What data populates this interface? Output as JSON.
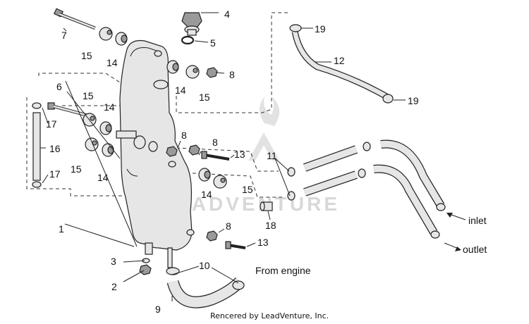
{
  "callouts": [
    "1",
    "2",
    "3",
    "4",
    "5",
    "6",
    "7",
    "8",
    "9",
    "10",
    "11",
    "12",
    "13",
    "14",
    "15",
    "16",
    "17",
    "18",
    "19"
  ],
  "annotations": {
    "inlet": "inlet",
    "outlet": "outlet",
    "from_engine": "From engine"
  },
  "watermark": "LEADVENTURE",
  "credit": "Rencered by LeadVenture, Inc."
}
